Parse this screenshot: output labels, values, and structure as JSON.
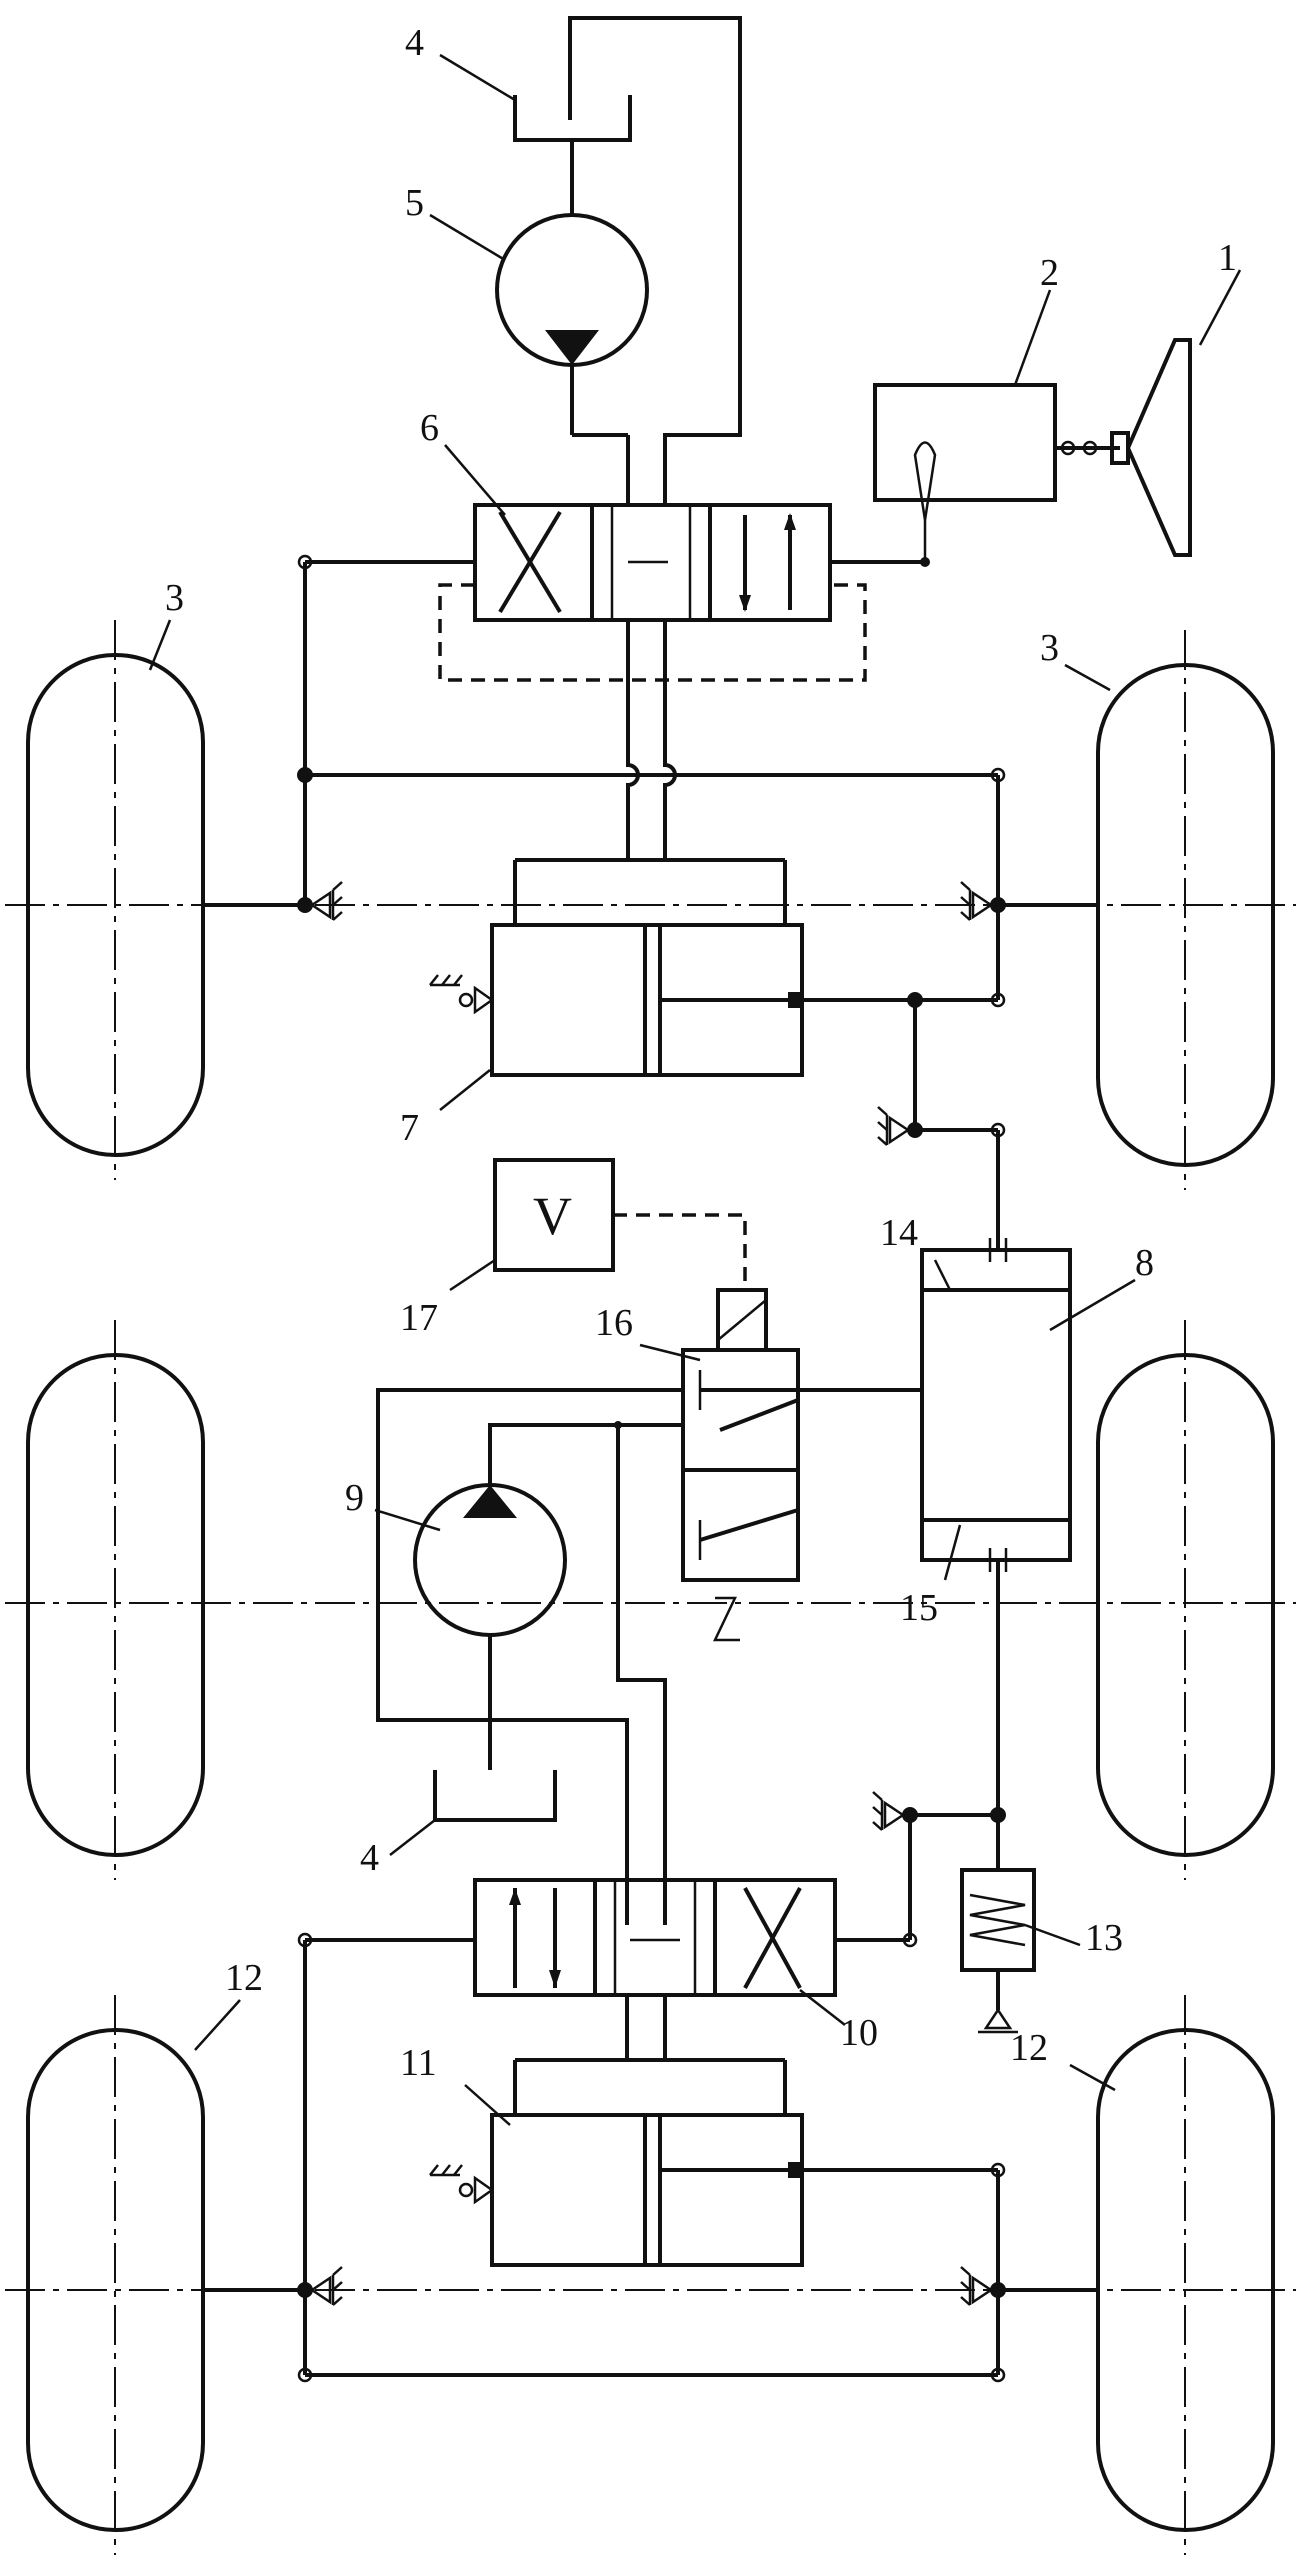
{
  "labels": {
    "n1": "1",
    "n2": "2",
    "n3a": "3",
    "n3b": "3",
    "n4a": "4",
    "n4b": "4",
    "n5": "5",
    "n6": "6",
    "n7": "7",
    "n8": "8",
    "n9": "9",
    "n10": "10",
    "n11": "11",
    "n12a": "12",
    "n12b": "12",
    "n13": "13",
    "n14": "14",
    "n15": "15",
    "n16": "16",
    "n17": "17"
  },
  "speed_sensor": {
    "symbol": "V"
  }
}
